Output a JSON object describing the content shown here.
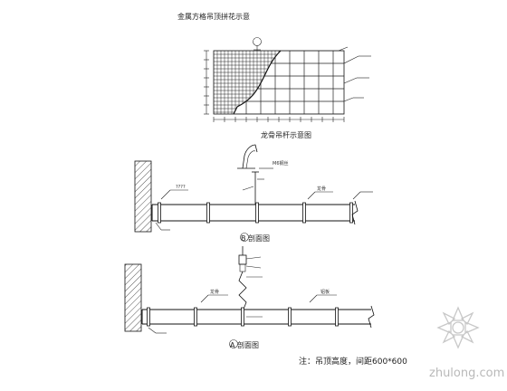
{
  "titles": {
    "top_plan": "金属方格吊顶拼花示意",
    "hanger_detail": "龙骨吊杆示意图",
    "section_b": "B 剖面图",
    "section_a": "A 剖面图"
  },
  "section_b": {
    "label_left": "????",
    "label_center": "M6钢丝",
    "label_right": "龙骨"
  },
  "section_a": {
    "label_left": "龙骨",
    "label_right": "铝板"
  },
  "note": "注：吊顶高度，间距600*600",
  "watermark": {
    "text": "zhulong.com",
    "icon": "zhulong-flower-logo-icon"
  },
  "colors": {
    "line": "#111111",
    "hatch": "#555555",
    "watermark": "#b9b9b9"
  }
}
